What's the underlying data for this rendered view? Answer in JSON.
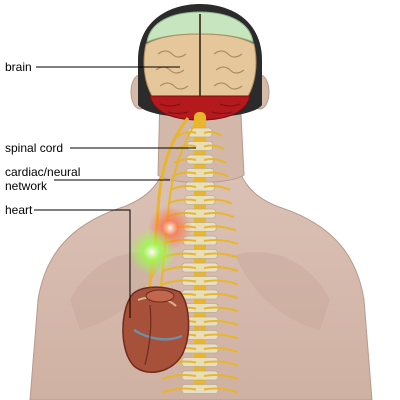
{
  "labels": {
    "brain": "brain",
    "spinal_cord": "spinal cord",
    "cardiac_neural_line1": "cardiac/neural",
    "cardiac_neural_line2": "network",
    "heart": "heart"
  },
  "colors": {
    "skin": "#d9bfb3",
    "skin_shadow": "#c7a596",
    "hair": "#2b2b2b",
    "brain_front": "#c7e6c0",
    "brain_main": "#e6c79c",
    "cerebellum": "#b3191d",
    "nerve": "#e9b62b",
    "vertebra": "#eae6cf",
    "heart": "#a8513a",
    "glow_red": "#ff5a3a",
    "glow_green": "#8cff4a",
    "leader_line": "#000000"
  }
}
